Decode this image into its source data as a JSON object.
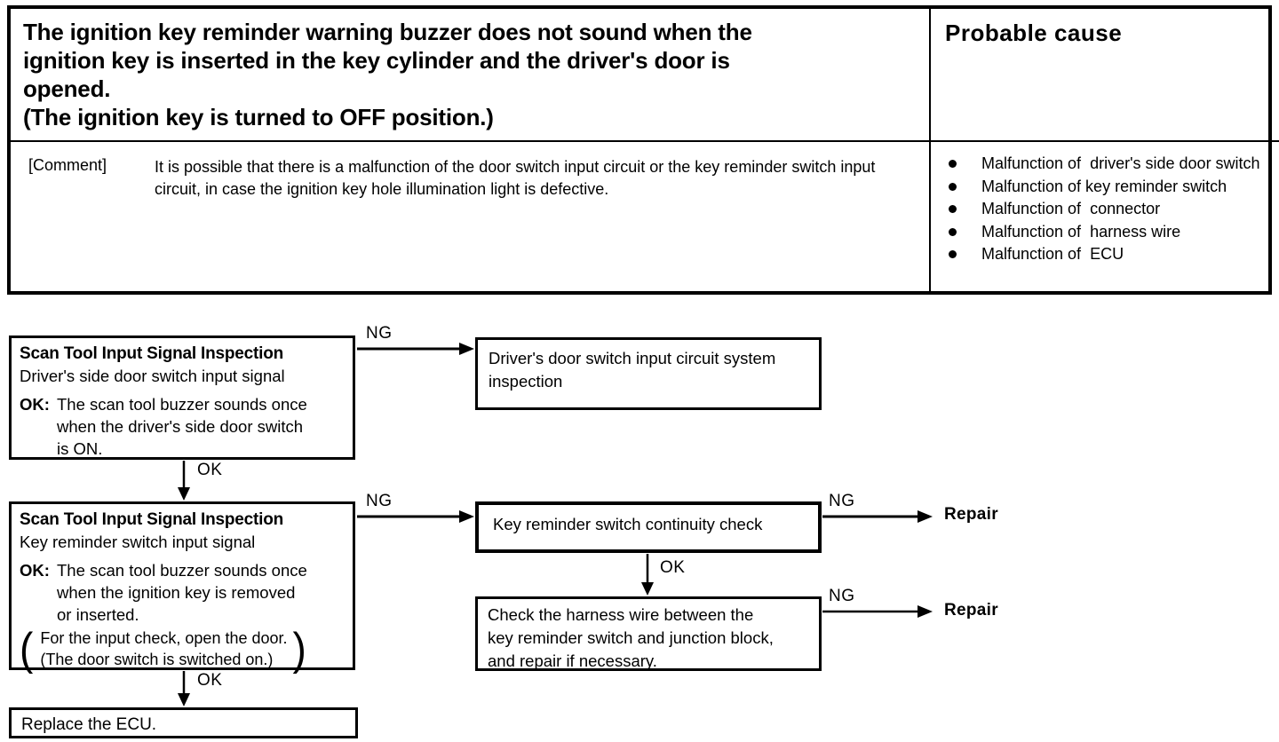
{
  "table": {
    "problem_lines": [
      "The ignition key reminder warning buzzer does not sound when the",
      "ignition key is inserted in the key cylinder and the driver's door is",
      "opened.",
      "(The ignition key is turned to OFF position.)"
    ],
    "probable_cause_header": "Probable cause",
    "comment_label": "[Comment]",
    "comment_text": "It is possible that there is a malfunction of the door switch input circuit or the key reminder switch input circuit, in case the ignition key hole illumination light is defective.",
    "probable_causes": [
      "Malfunction of  driver's side door switch",
      "Malfunction of key reminder switch",
      "Malfunction of  connector",
      "Malfunction of  harness wire",
      "Malfunction of  ECU"
    ]
  },
  "flowchart": {
    "box1": {
      "title": "Scan Tool Input Signal Inspection",
      "subtitle": "Driver's side door switch input signal",
      "ok_label": "OK:",
      "ok_lines": [
        "The scan tool buzzer sounds once",
        "when the driver's side door switch",
        "is ON."
      ]
    },
    "boxA": {
      "lines": [
        "Driver's door switch input circuit system",
        "inspection"
      ]
    },
    "box2": {
      "title": "Scan Tool Input Signal Inspection",
      "subtitle": "Key reminder switch input signal",
      "ok_label": "OK:",
      "ok_lines": [
        "The scan tool buzzer sounds once",
        "when the ignition key is removed",
        "or inserted."
      ],
      "paren_open": "(",
      "paren_close": ")",
      "paren_lines": [
        "For the input check, open the door.",
        "(The door switch is switched on.)"
      ]
    },
    "boxB": {
      "text": "Key reminder switch continuity check"
    },
    "boxC": {
      "lines": [
        "Check the harness wire between the",
        "key reminder switch and junction block,",
        "and repair if necessary."
      ]
    },
    "boxD": {
      "text": "Replace the ECU."
    },
    "labels": {
      "ng": "NG",
      "ok": "OK",
      "repair": "Repair"
    }
  },
  "colors": {
    "ink": "#000000",
    "paper": "#ffffff"
  }
}
